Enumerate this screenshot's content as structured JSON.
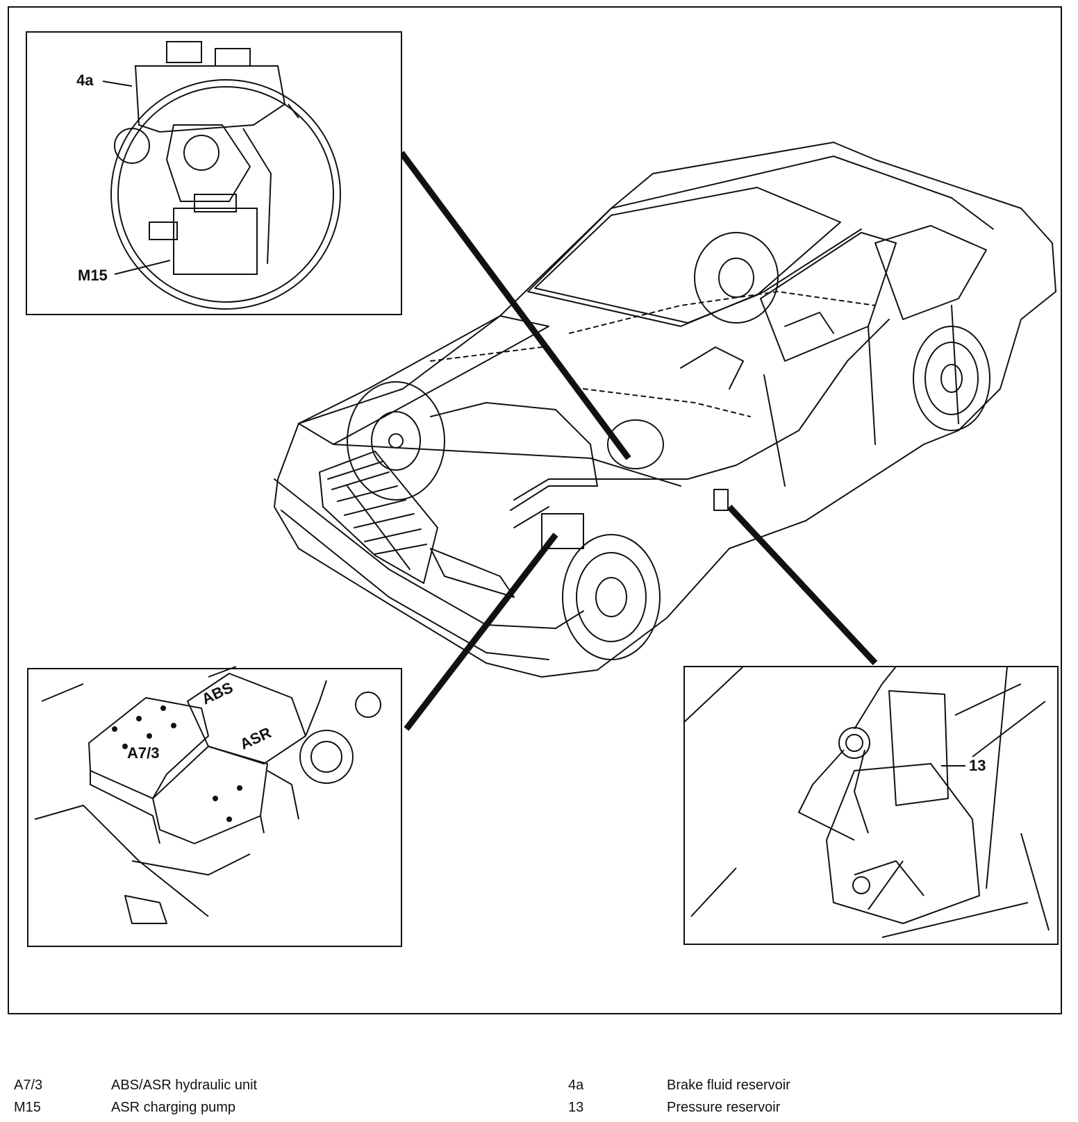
{
  "callouts": {
    "reservoir": "4a",
    "pump": "M15",
    "hydraulic_unit": "A7/3",
    "pressure_reservoir": "13"
  },
  "unit_labels": {
    "abs": "ABS",
    "asr": "ASR"
  },
  "legend": {
    "left": [
      {
        "code": "A7/3",
        "desc": "ABS/ASR hydraulic unit"
      },
      {
        "code": "M15",
        "desc": "ASR charging pump"
      }
    ],
    "right": [
      {
        "code": "4a",
        "desc": "Brake fluid reservoir"
      },
      {
        "code": "13",
        "desc": "Pressure reservoir"
      }
    ]
  },
  "colors": {
    "ink": "#111111",
    "paper": "#ffffff"
  }
}
